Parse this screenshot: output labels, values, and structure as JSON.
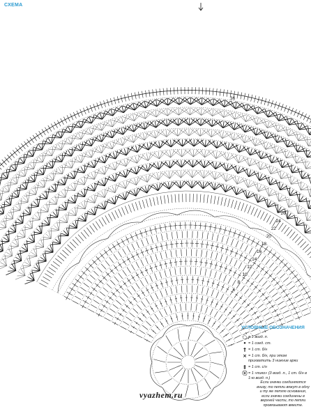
{
  "header": {
    "title": "СХЕМА"
  },
  "row_labels": [
    "26",
    "24",
    "22",
    "20",
    "18",
    "16",
    "14",
    "12",
    "10",
    "8",
    "6"
  ],
  "outer_label": "36",
  "legend": {
    "title": "УСЛОВНЫЕ ОБОЗНАЧЕНИЯ",
    "items": [
      {
        "symbol": "○",
        "symbol_name": "chain-icon",
        "text": "= 1 возд. п."
      },
      {
        "symbol": "•",
        "symbol_name": "slip-stitch-icon",
        "text": "= 1 соед. ст."
      },
      {
        "symbol": "†",
        "symbol_name": "dc-icon",
        "text": "= 1 ст. б/н"
      },
      {
        "symbol": "×",
        "symbol_name": "sc-joined-icon",
        "text": "= 1 ст. б/н, при этом прихватить 3 нижние арки"
      },
      {
        "symbol": "‡",
        "symbol_name": "tr-icon",
        "text": "= 1 ст. с/н"
      },
      {
        "symbol": "ⓞ",
        "symbol_name": "picot-icon",
        "text": "= 1 «пико» (3 возд. п., 1 ст. б/н в 1-ю возд. п.)"
      }
    ]
  },
  "note": "Если значки соединяются внизу, то петли вяжут в одну и ту же петлю основания, если значки соединены в верхней части, то петли провязывают вместе.",
  "watermark": "vyazhem.ru"
}
